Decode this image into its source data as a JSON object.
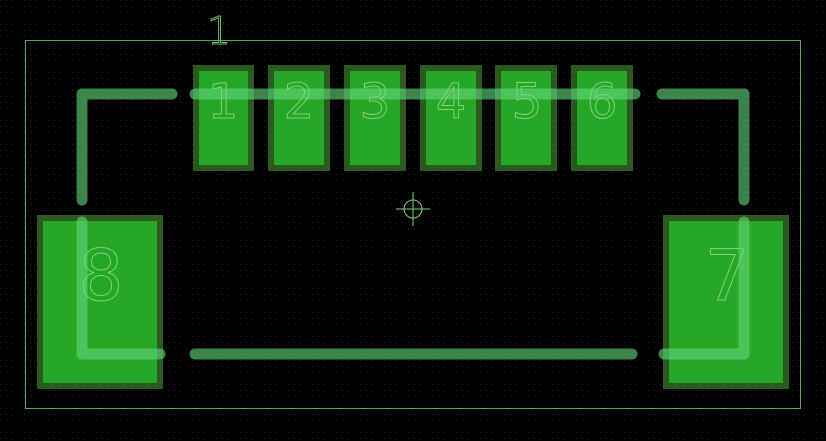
{
  "colors": {
    "background": "#000000",
    "grid_dot": "#1c2b1c",
    "board_outline": "#58a858",
    "pad_border": "#2a5a1e",
    "pad_fill": "#26a826",
    "silkscreen": "#5fd67a",
    "pad_label": "#7fd07f",
    "origin_marker": "#7fd07f"
  },
  "designator": "1",
  "pads": [
    {
      "label": "1"
    },
    {
      "label": "2"
    },
    {
      "label": "3"
    },
    {
      "label": "4"
    },
    {
      "label": "5"
    },
    {
      "label": "6"
    },
    {
      "label": "7"
    },
    {
      "label": "8"
    }
  ],
  "icons": {
    "origin": "crosshair-origin-icon"
  }
}
